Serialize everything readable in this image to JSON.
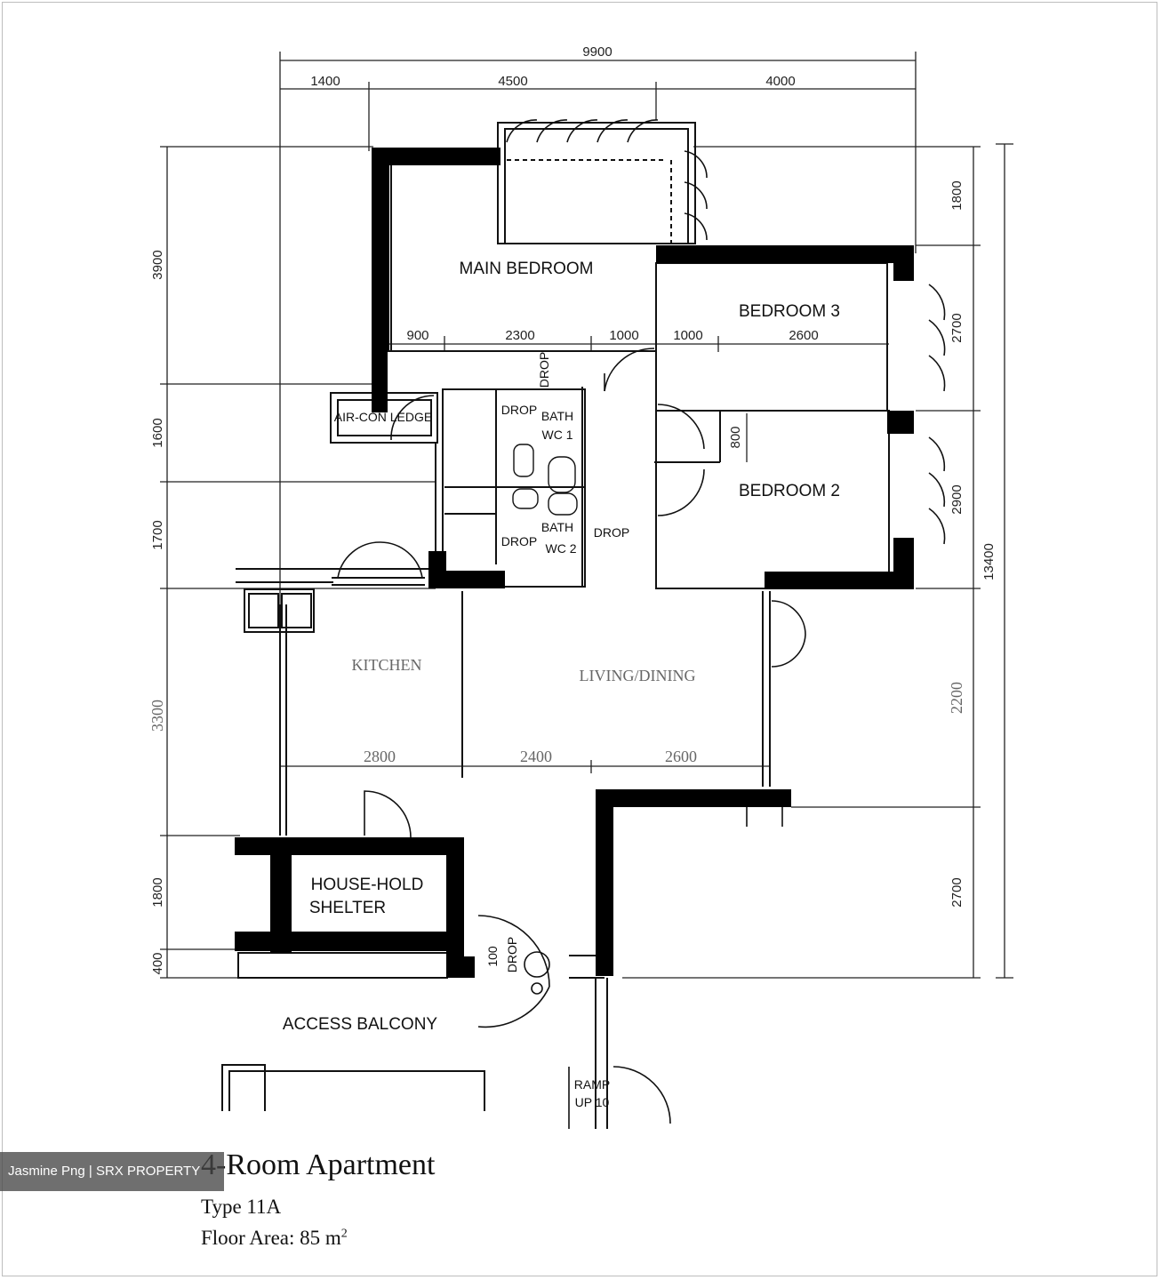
{
  "rooms": {
    "main_bedroom": "MAIN BEDROOM",
    "bedroom_3": "BEDROOM 3",
    "bedroom_2": "BEDROOM 2",
    "bath_wc_1_line1": "BATH",
    "bath_wc_1_line2": "WC 1",
    "bath_wc_2_line1": "BATH",
    "bath_wc_2_line2": "WC 2",
    "aircon_ledge": "AIR-CON LEDGE",
    "kitchen": "KITCHEN",
    "living_dining": "LIVING/DINING",
    "household_shelter_line1": "HOUSE-HOLD",
    "household_shelter_line2": "SHELTER",
    "access_balcony": "ACCESS BALCONY",
    "ramp_line1": "RAMP",
    "ramp_line2": "UP 10"
  },
  "annotations": {
    "drop": "DROP",
    "drop_100": "100"
  },
  "dimensions": {
    "top_total": "9900",
    "top": [
      "1400",
      "4500",
      "4000"
    ],
    "mid_left": [
      "900",
      "2300",
      "1000"
    ],
    "mid_right": [
      "1000",
      "2600"
    ],
    "left": [
      "3900",
      "1600",
      "1700",
      "1800",
      "400"
    ],
    "left_blurred": "3300",
    "right": [
      "1800",
      "2700",
      "2900",
      "2700"
    ],
    "right_blurred": "2200",
    "right_total": "13400",
    "door_800": "800",
    "living_row": [
      "2800",
      "2400",
      "2600"
    ]
  },
  "caption": {
    "title": "4-Room Apartment",
    "type": "Type 11A",
    "floor_area_prefix": "Floor Area: 85 m",
    "floor_area_sup": "2"
  },
  "watermark": "Jasmine Png | SRX PROPERTY"
}
